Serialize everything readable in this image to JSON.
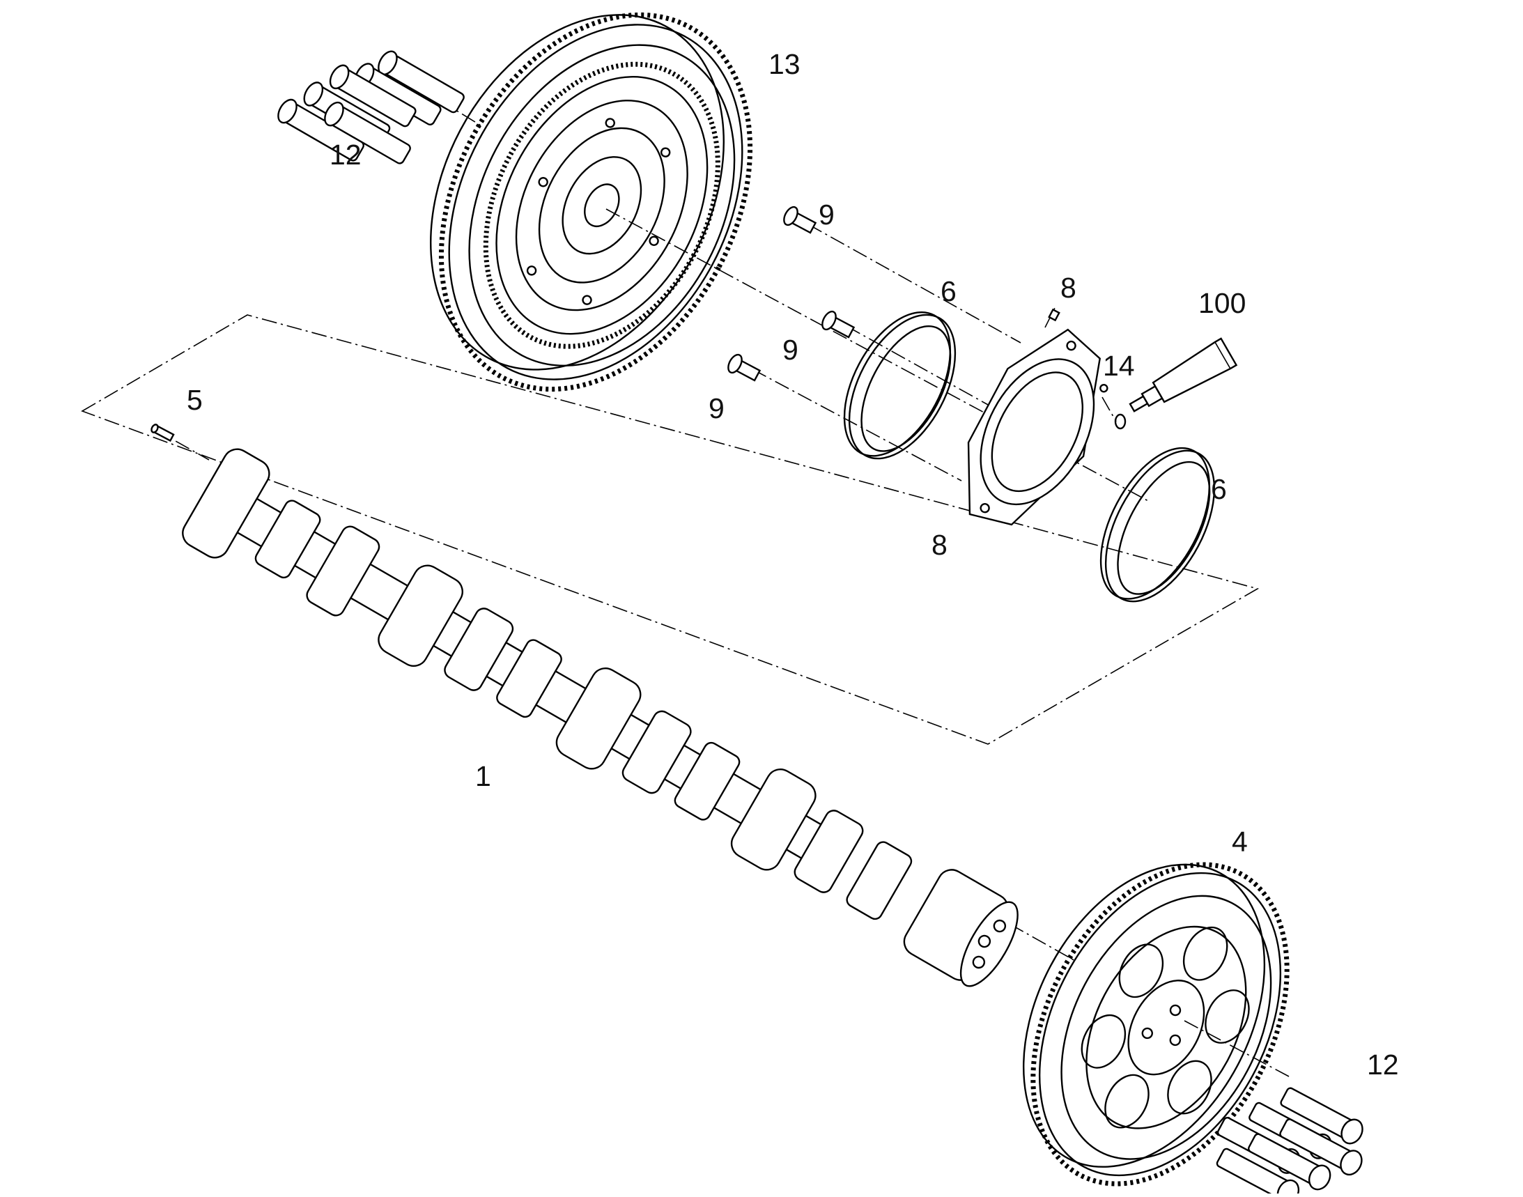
{
  "callouts": {
    "c1": "1",
    "c4": "4",
    "c5": "5",
    "c6a": "6",
    "c6b": "6",
    "c8a": "8",
    "c8b": "8",
    "c9a": "9",
    "c9b": "9",
    "c9c": "9",
    "c12a": "12",
    "c12b": "12",
    "c13": "13",
    "c14": "14",
    "c100": "100"
  },
  "colors": {
    "line": "#000000",
    "background": "#ffffff"
  },
  "icons": [
    "bolt-set",
    "gear-wheel",
    "camshaft",
    "thrust-washer",
    "bearing-plate",
    "sealant-tube",
    "o-ring",
    "dowel-pin",
    "shoulder-bolt"
  ]
}
